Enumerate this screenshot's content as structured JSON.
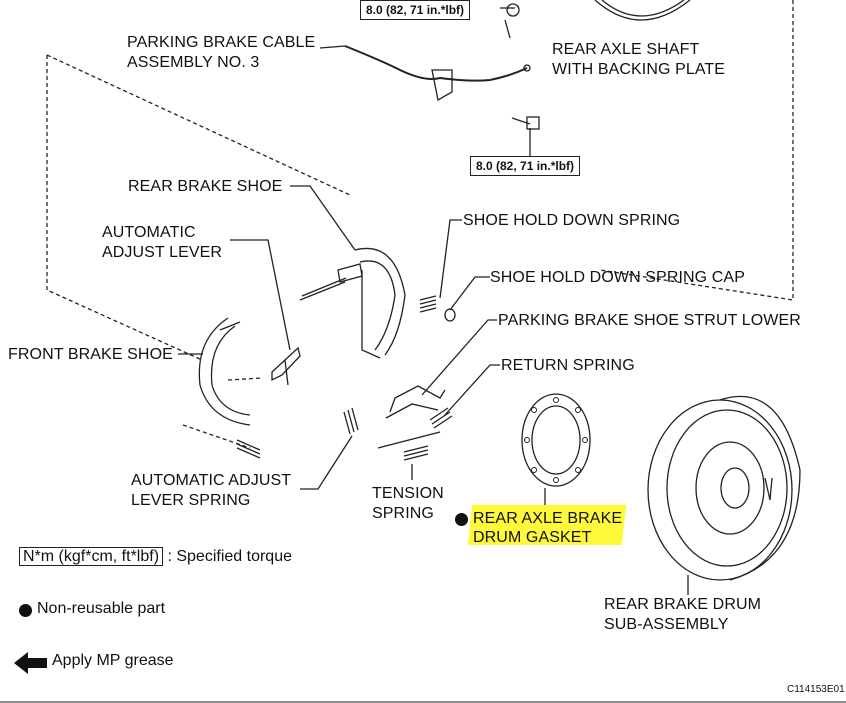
{
  "torque_top": "8.0 (82, 71 in.*lbf)",
  "torque_mid": "8.0 (82, 71 in.*lbf)",
  "labels": {
    "parking_cable_1": "PARKING BRAKE CABLE",
    "parking_cable_2": "ASSEMBLY NO. 3",
    "axle_shaft_1": "REAR AXLE SHAFT",
    "axle_shaft_2": "WITH BACKING PLATE",
    "rear_shoe": "REAR BRAKE SHOE",
    "hold_spring": "SHOE HOLD DOWN SPRING",
    "auto_lever_1": "AUTOMATIC",
    "auto_lever_2": "ADJUST LEVER",
    "hold_cap": "SHOE HOLD DOWN SPRING CAP",
    "strut": "PARKING BRAKE SHOE STRUT LOWER",
    "front_shoe": "FRONT BRAKE SHOE",
    "return_spring": "RETURN SPRING",
    "auto_spring_1": "AUTOMATIC ADJUST",
    "auto_spring_2": "LEVER SPRING",
    "tension_1": "TENSION",
    "tension_2": "SPRING",
    "gasket_1": "REAR AXLE BRAKE",
    "gasket_2": "DRUM GASKET",
    "drum_1": "REAR BRAKE DRUM",
    "drum_2": "SUB-ASSEMBLY"
  },
  "legend": {
    "torque_box": "N*m (kgf*cm, ft*lbf)",
    "torque_text": ": Specified torque",
    "nonreusable": "Non-reusable part",
    "grease": "Apply MP grease"
  },
  "figure_code": "C114153E01",
  "colors": {
    "highlight": "#fff93a",
    "ink": "#111111"
  }
}
